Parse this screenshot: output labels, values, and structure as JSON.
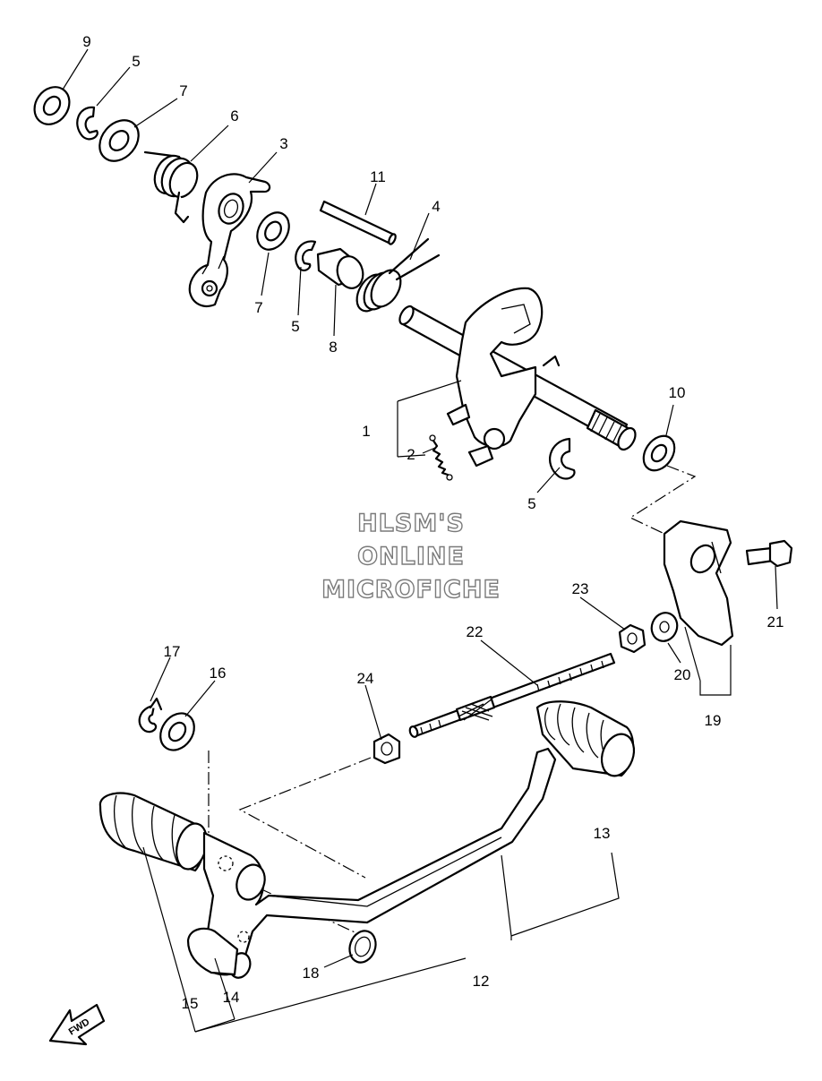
{
  "watermark": {
    "line1": "HLSM'S",
    "line2": "ONLINE",
    "line3": "MICROFICHE"
  },
  "direction_badge": "FWD",
  "callouts": {
    "c1": "1",
    "c2": "2",
    "c3": "3",
    "c4": "4",
    "c5a": "5",
    "c5b": "5",
    "c5c": "5",
    "c6": "6",
    "c7a": "7",
    "c7b": "7",
    "c8": "8",
    "c9": "9",
    "c10": "10",
    "c11": "11",
    "c12": "12",
    "c13": "13",
    "c14": "14",
    "c15": "15",
    "c16": "16",
    "c17": "17",
    "c18": "18",
    "c19": "19",
    "c20": "20",
    "c21": "21",
    "c22": "22",
    "c23": "23",
    "c24": "24"
  }
}
